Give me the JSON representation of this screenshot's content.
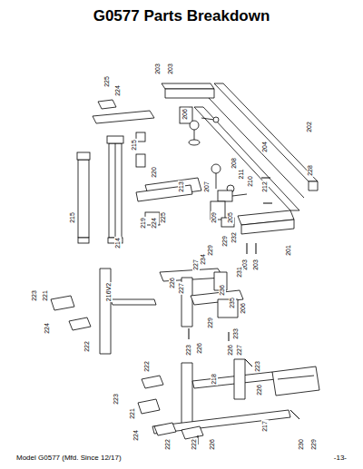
{
  "diagram": {
    "title": "G0577 Parts Breakdown",
    "labels": [
      "203",
      "203",
      "225",
      "224",
      "206",
      "202",
      "204",
      "215",
      "220",
      "208",
      "211",
      "210",
      "212",
      "228",
      "213",
      "207",
      "215",
      "209",
      "219",
      "224",
      "225",
      "205",
      "214",
      "203",
      "203",
      "201",
      "229",
      "232",
      "229",
      "234",
      "227",
      "231",
      "223",
      "221",
      "216V2",
      "226",
      "227",
      "236",
      "235",
      "206",
      "224",
      "222",
      "229",
      "233",
      "226",
      "223",
      "226",
      "227",
      "223",
      "218",
      "222",
      "226",
      "223",
      "221",
      "224",
      "222",
      "230",
      "229",
      "217",
      "222",
      "226",
      "Model G0577 (Mfd. Since 12/17)",
      "-13-"
    ]
  }
}
